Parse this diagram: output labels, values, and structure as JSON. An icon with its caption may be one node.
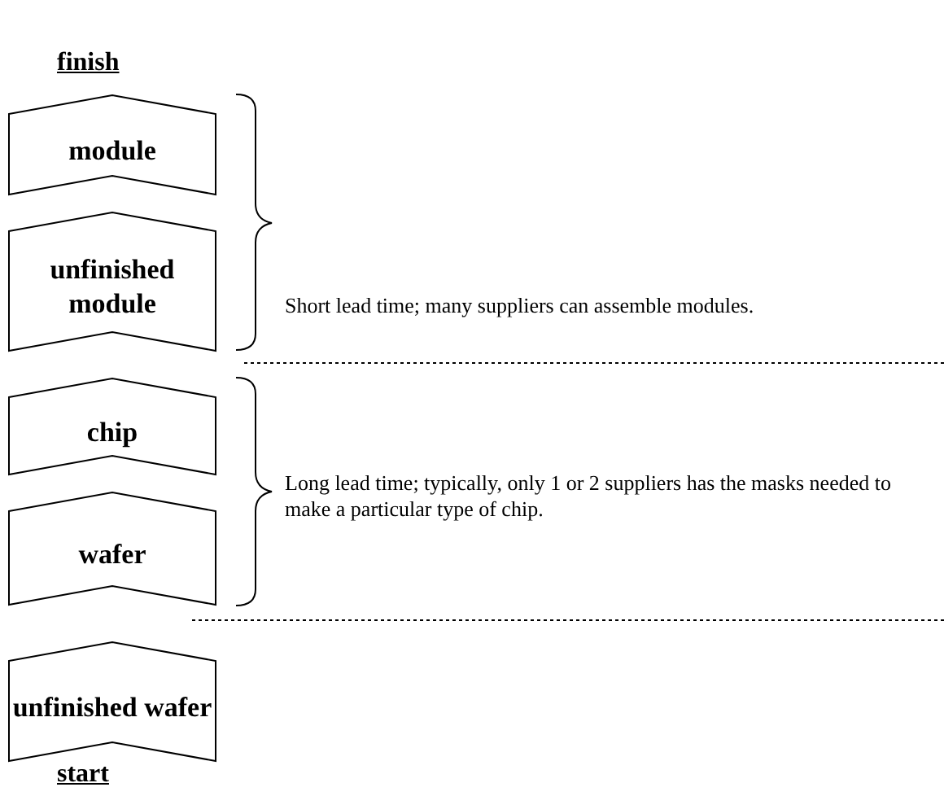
{
  "diagram": {
    "nodes": [
      {
        "text": [
          "module"
        ]
      },
      {
        "text": [
          "unfinished module"
        ]
      },
      {
        "text": [
          "chip"
        ]
      },
      {
        "text": [
          "wafer"
        ]
      },
      {
        "text": [
          "unfinished wafer"
        ]
      }
    ],
    "labels": [
      "finish",
      "Short lead time; many suppliers can assemble modules.",
      "Long lead time; typically, only 1 or 2 suppliers has the masks needed to make a particular type of chip.",
      "start"
    ]
  }
}
